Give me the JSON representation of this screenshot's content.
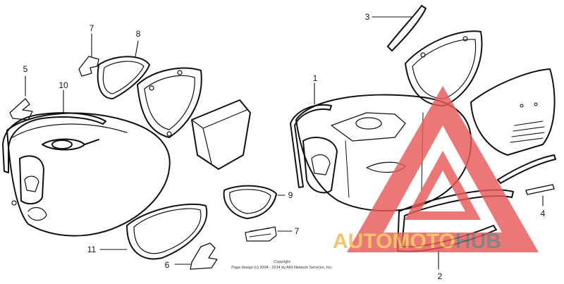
{
  "diagram": {
    "callouts": {
      "c1": "1",
      "c2": "2",
      "c3": "3",
      "c4": "4",
      "c5": "5",
      "c6": "6",
      "c7a": "7",
      "c7b": "7",
      "c8": "8",
      "c9": "9",
      "c10": "10",
      "c11": "11"
    },
    "copyright": {
      "line1": "Copyright",
      "line2": "Page design (c) 2004 - 2014 by ARI Network Services, Inc."
    }
  },
  "watermark": {
    "part1": "AUTOMOTO",
    "part2": "HUB",
    "colors": {
      "triangle": "#e85a5a",
      "text1": "#f2b84a",
      "text2": "#6b6b6b"
    }
  }
}
